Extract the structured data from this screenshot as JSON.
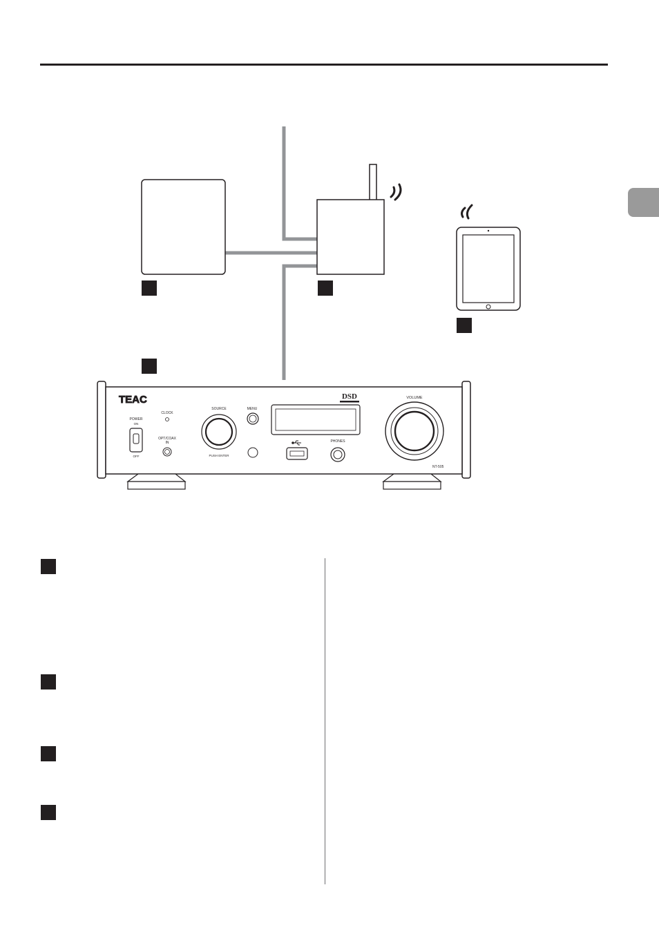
{
  "device": {
    "brand": "TEAC",
    "model": "NT-505",
    "dsd_logo": "DSD",
    "labels": {
      "power": "POWER",
      "on": "ON",
      "off": "OFF",
      "clock": "CLOCK",
      "opt_coax_line1": "OPT/COAX",
      "opt_coax_line2": "IN",
      "source": "SOURCE",
      "push_enter": "PUSH ENTER",
      "menu": "MENU",
      "phones": "PHONES",
      "volume": "VOLUME"
    }
  },
  "colors": {
    "line_art": "#231f20",
    "cable": "#939598",
    "tab": "#9a9a9a",
    "marker": "#231f20"
  },
  "icons": [
    "wifi-signal-icon",
    "wifi-signal-icon",
    "usb-icon"
  ]
}
